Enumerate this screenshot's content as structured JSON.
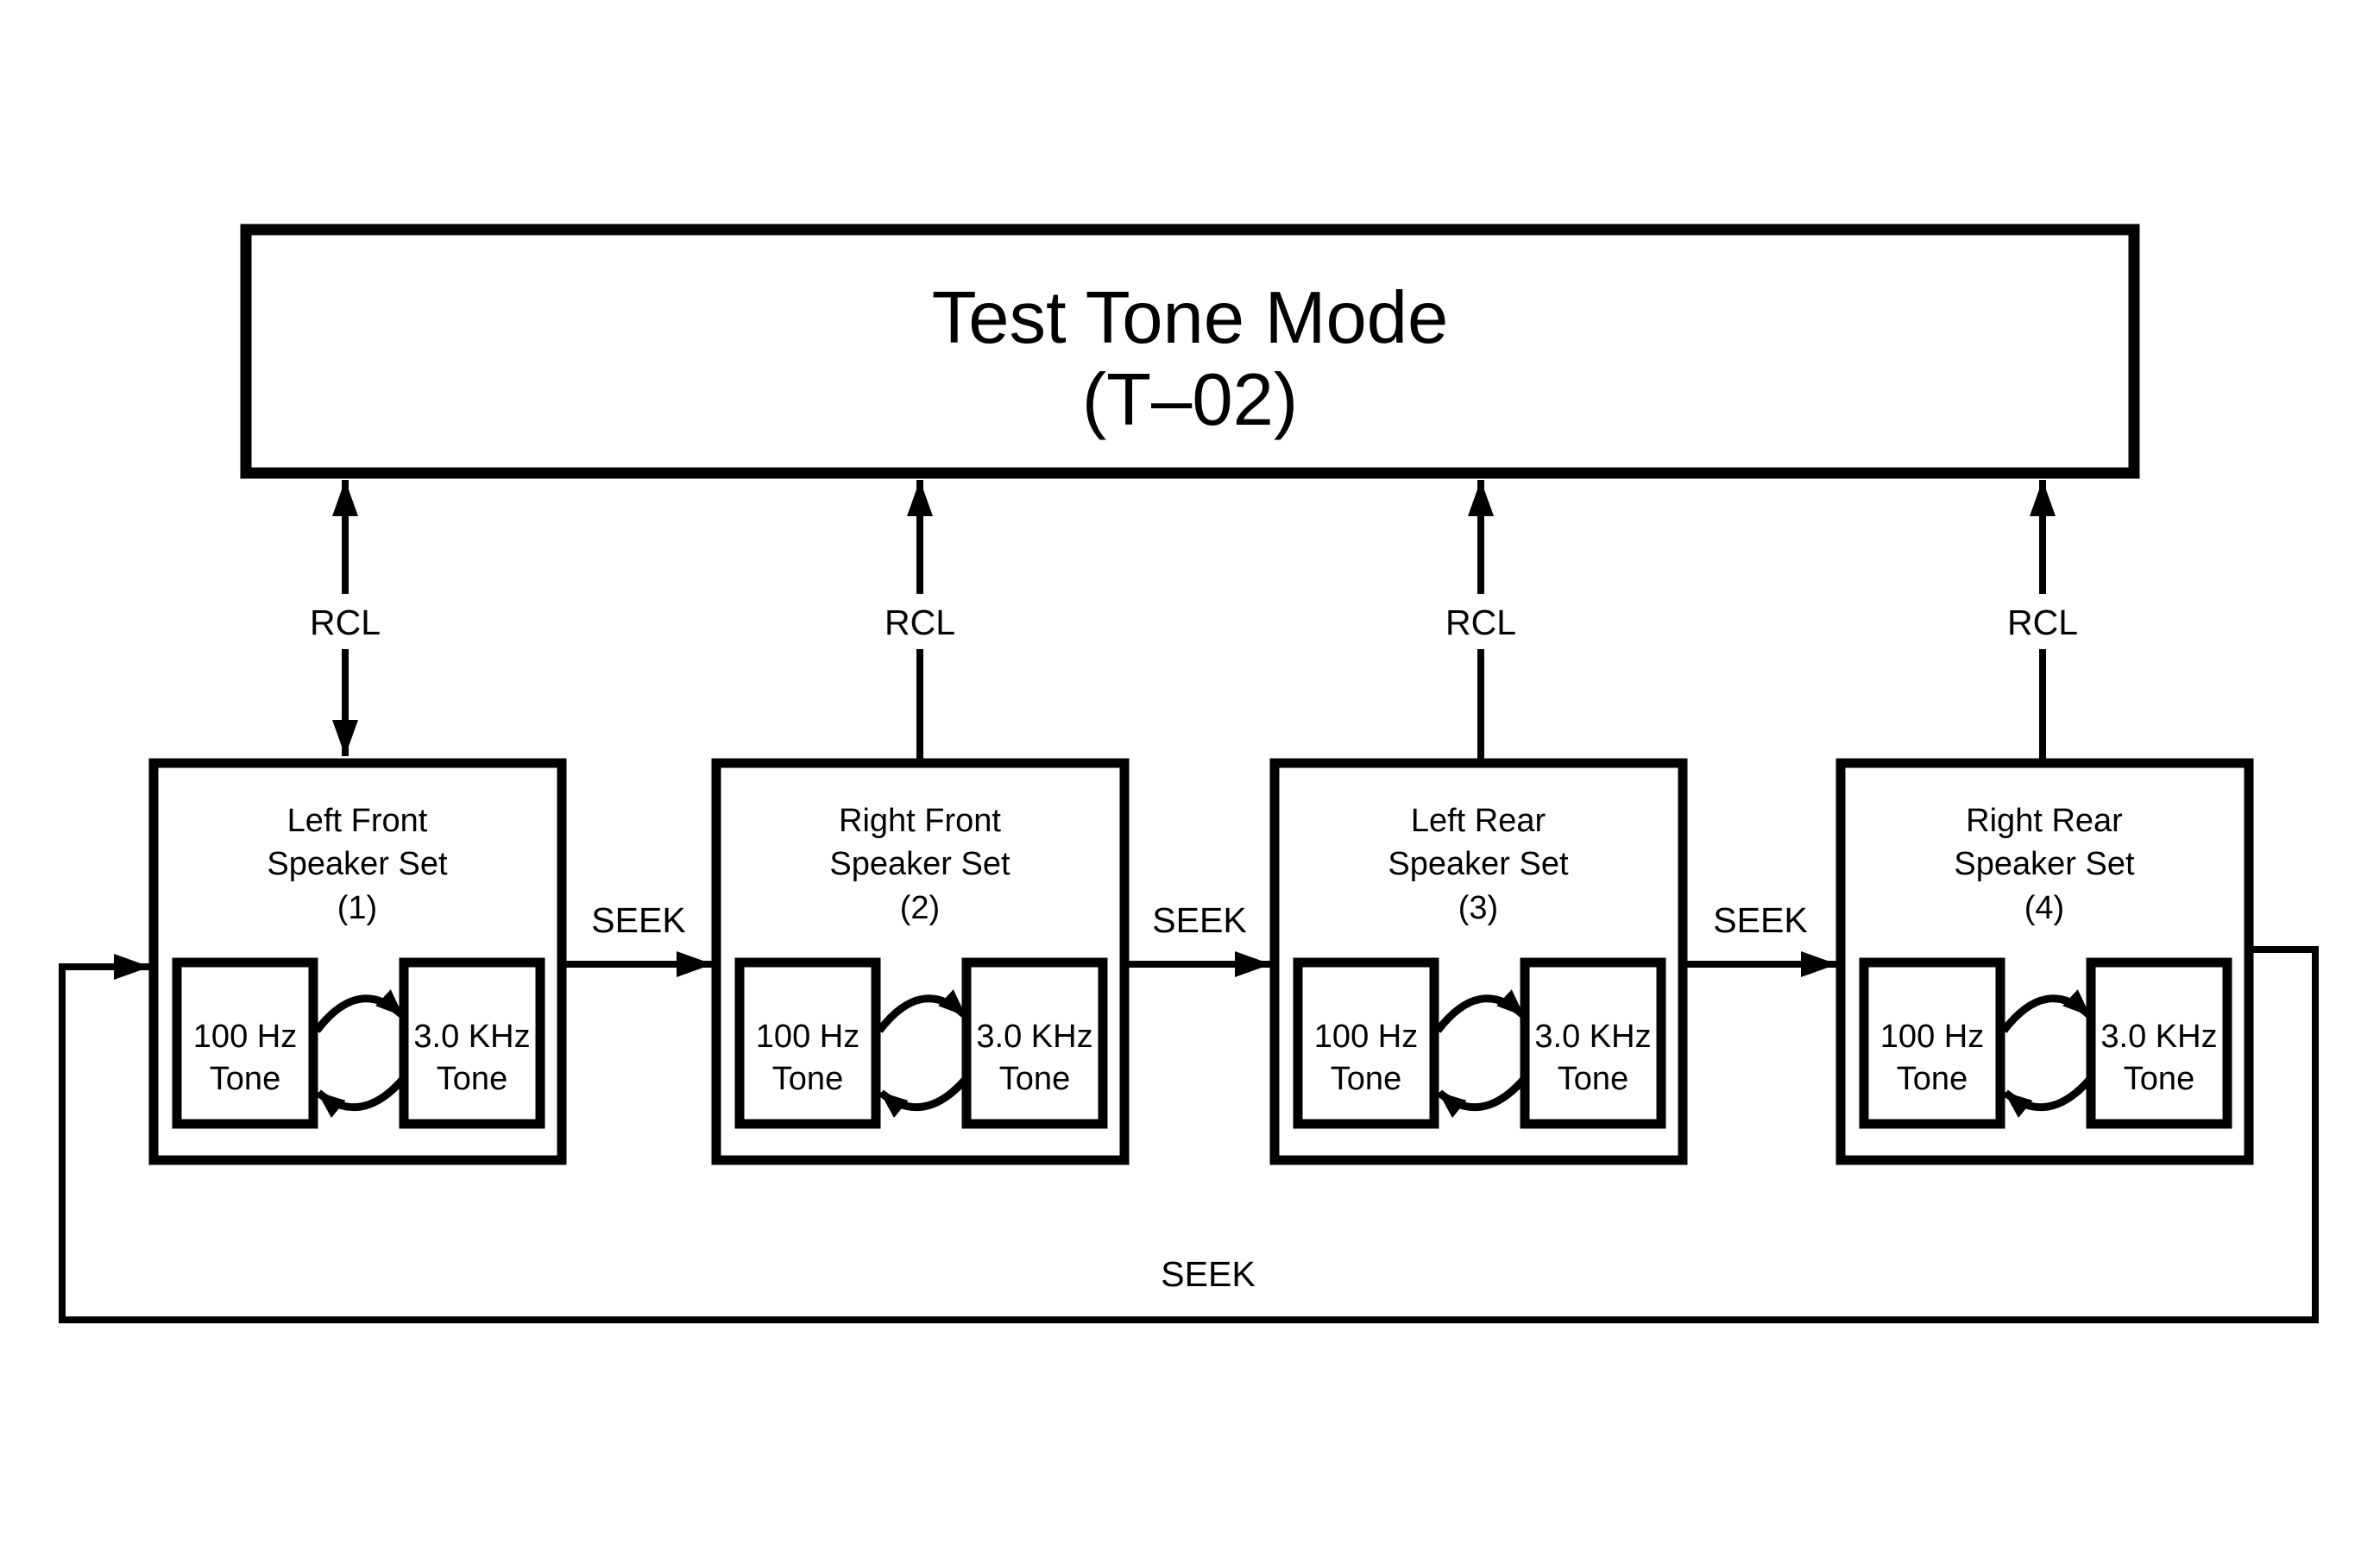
{
  "page": {
    "background_color": "#ffffff",
    "ink_color": "#000000"
  },
  "diagram": {
    "title": {
      "line1": "Test Tone Mode",
      "line2": "(T–02)"
    },
    "rcl_arrows": [
      {
        "label": "RCL"
      },
      {
        "label": "RCL"
      },
      {
        "label": "RCL"
      },
      {
        "label": "RCL"
      }
    ],
    "seek_arrows": [
      {
        "label": "SEEK"
      },
      {
        "label": "SEEK"
      },
      {
        "label": "SEEK"
      },
      {
        "label": "SEEK"
      }
    ],
    "speaker_sets": [
      {
        "name_line1": "Left Front",
        "name_line2": "Speaker Set",
        "name_line3": "(1)",
        "tones": [
          {
            "line1": "100 Hz",
            "line2": "Tone"
          },
          {
            "line1": "3.0 KHz",
            "line2": "Tone"
          }
        ]
      },
      {
        "name_line1": "Right Front",
        "name_line2": "Speaker Set",
        "name_line3": "(2)",
        "tones": [
          {
            "line1": "100 Hz",
            "line2": "Tone"
          },
          {
            "line1": "3.0 KHz",
            "line2": "Tone"
          }
        ]
      },
      {
        "name_line1": "Left Rear",
        "name_line2": "Speaker Set",
        "name_line3": "(3)",
        "tones": [
          {
            "line1": "100 Hz",
            "line2": "Tone"
          },
          {
            "line1": "3.0 KHz",
            "line2": "Tone"
          }
        ]
      },
      {
        "name_line1": "Right Rear",
        "name_line2": "Speaker Set",
        "name_line3": "(4)",
        "tones": [
          {
            "line1": "100 Hz",
            "line2": "Tone"
          },
          {
            "line1": "3.0 KHz",
            "line2": "Tone"
          }
        ]
      }
    ]
  }
}
